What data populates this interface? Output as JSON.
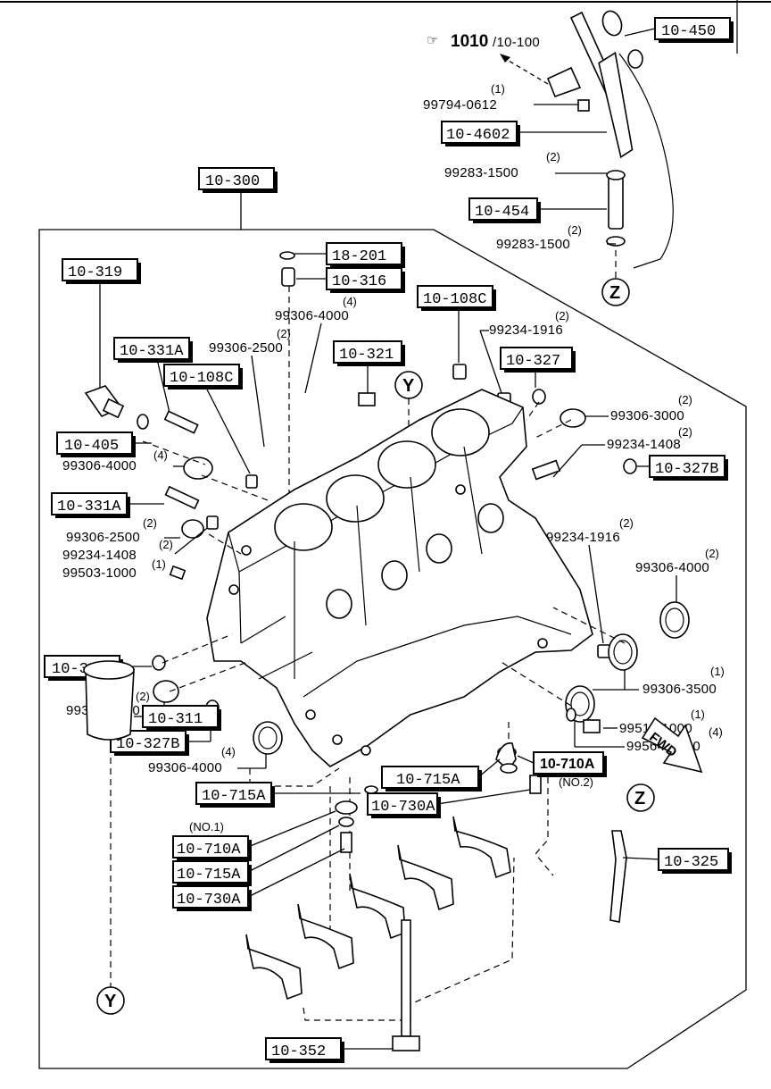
{
  "ref": {
    "glyph": "☞",
    "main": "1010",
    "sub": "/10-100"
  },
  "boxes": {
    "b10_450": "10-450",
    "b10_4602": "10-4602",
    "b10_454": "10-454",
    "b10_300": "10-300",
    "b18_201": "18-201",
    "b10_316": "10-316",
    "b10_319": "10-319",
    "b10_108c_top": "10-108C",
    "b10_331a_top": "10-331A",
    "b10_108c_left": "10-108C",
    "b10_321": "10-321",
    "b10_327_top": "10-327",
    "b10_405": "10-405",
    "b10_327b_right": "10-327B",
    "b10_331a_mid": "10-331A",
    "b10_327_left": "10-327",
    "b10_327b_left": "10-327B",
    "b10_715a_right": "10-715A",
    "b10_710a_right": "10-710A",
    "b10_730a_right": "10-730A",
    "b10_715a_left": "10-715A",
    "b10_710a_left": "10-710A",
    "b10_715a_left2": "10-715A",
    "b10_730a_left": "10-730A",
    "b10_325": "10-325",
    "b10_311": "10-311",
    "b10_352": "10-352"
  },
  "parts": {
    "p99794_0612": "99794-0612",
    "p99283_1500_a": "99283-1500",
    "p99283_1500_b": "99283-1500",
    "p99306_4000_a": "99306-4000",
    "p99306_2500_a": "99306-2500",
    "p99234_1916_a": "99234-1916",
    "p99306_3000_a": "99306-3000",
    "p99234_1408_a": "99234-1408",
    "p99306_4000_b": "99306-4000",
    "p99306_2500_b": "99306-2500",
    "p99234_1408_b": "99234-1408",
    "p99503_1000": "99503-1000",
    "p99234_1916_b": "99234-1916",
    "p99306_4000_c": "99306-4000",
    "p99306_3500": "99306-3500",
    "p99306_3000_b": "99306-3000",
    "p99511_1000": "99511-1000",
    "p99564_1000": "99564-1000",
    "p99306_4000_d": "99306-4000"
  },
  "quantities": {
    "q1": "(1)",
    "q2": "(2)",
    "q3": "(2)",
    "q4": "(4)",
    "q5": "(2)",
    "q6": "(2)",
    "q7": "(2)",
    "q8": "(2)",
    "q9": "(4)",
    "q10": "(2)",
    "q11": "(2)",
    "q12": "(1)",
    "q13": "(2)",
    "q14": "(4)",
    "q15": "(2)",
    "q16": "(2)",
    "q17": "(1)",
    "q18": "(1)",
    "q19": "(4)"
  },
  "notes": {
    "no2": "(NO.2)",
    "no1": "(NO.1)",
    "fwd": "FWD"
  },
  "markers": {
    "y": "Y",
    "z": "Z"
  }
}
